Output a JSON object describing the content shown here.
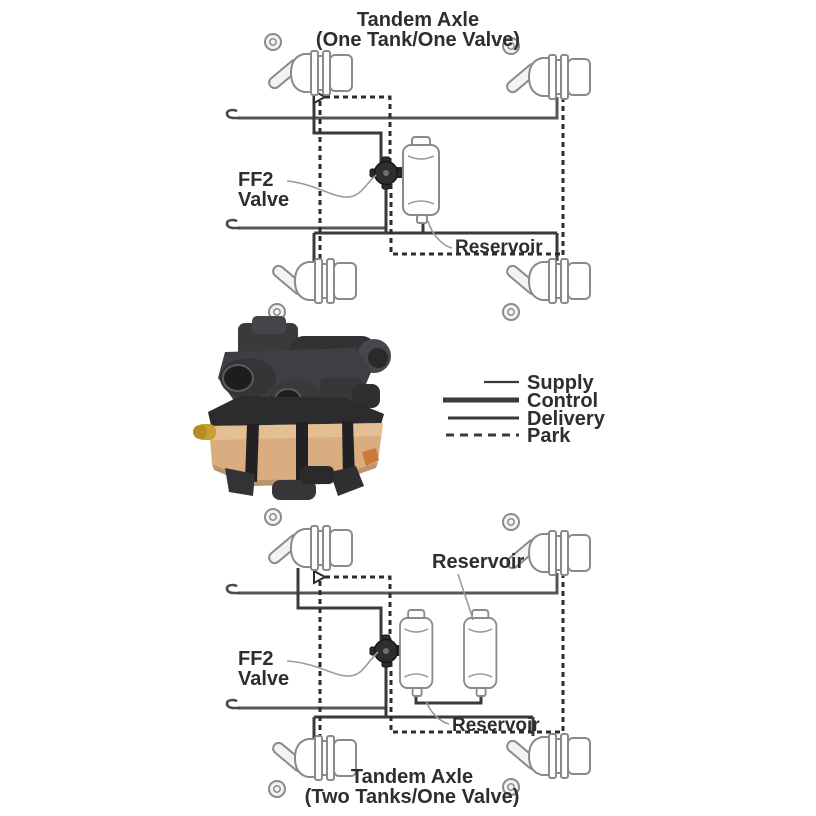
{
  "top_diagram": {
    "title_line1": "Tandem Axle",
    "title_line2": "(One Tank/One Valve)",
    "valve_label_line1": "FF2",
    "valve_label_line2": "Valve",
    "reservoir_label": "Reservoir"
  },
  "legend": {
    "items": [
      {
        "label": "Supply",
        "line_style": "thin solid short"
      },
      {
        "label": "Control",
        "line_style": "thick solid long"
      },
      {
        "label": "Delivery",
        "line_style": "solid long"
      },
      {
        "label": "Park",
        "line_style": "dashed"
      }
    ]
  },
  "bottom_diagram": {
    "title_line1": "Tandem Axle",
    "title_line2": "(Two Tanks/One Valve)",
    "valve_label_line1": "FF2",
    "valve_label_line2": "Valve",
    "reservoir_label_top": "Reservoir",
    "reservoir_label_bottom": "Reservoir"
  },
  "colors": {
    "line_dark": "#3a3a3a",
    "line_gray": "#565656",
    "park_line": "#2d2d2d",
    "outline_gray": "#8a8a8a",
    "text": "#2e2e2e",
    "brass": "#d9ad80",
    "valve_body_dark": "#38383b",
    "fitting_yellow": "#c9a12f"
  }
}
